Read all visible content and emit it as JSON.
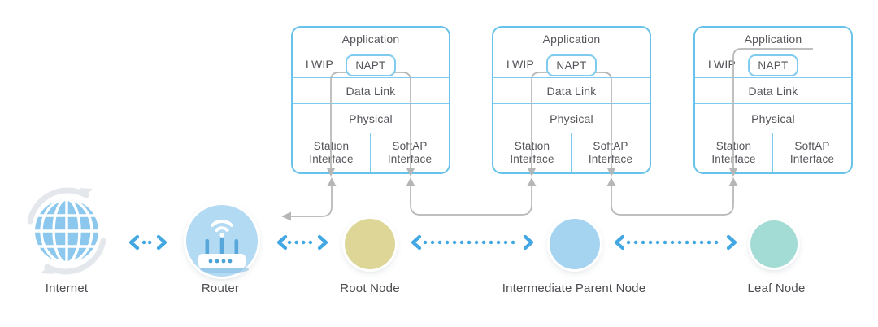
{
  "colors": {
    "box_border": "#68c3ea",
    "row_line": "#7ecbef",
    "gray_line": "#b6b6b6",
    "link_blue": "#42a7e2",
    "text": "#54555a",
    "label_text": "#4c4d51",
    "node_root": "#ddd697",
    "node_intermediate": "#a5d4f0",
    "node_leaf": "#a2dcd4",
    "router_bg": "#b3daf3",
    "router_accent": "#57a7da",
    "globe_blue": "#8cc8ee"
  },
  "stacks": [
    {
      "application": "Application",
      "lwip": "LWIP",
      "napt": "NAPT",
      "data_link": "Data Link",
      "physical": "Physical",
      "station": [
        "Station",
        "Interface"
      ],
      "softap": [
        "SoftAP",
        "Interface"
      ]
    },
    {
      "application": "Application",
      "lwip": "LWIP",
      "napt": "NAPT",
      "data_link": "Data Link",
      "physical": "Physical",
      "station": [
        "Station",
        "Interface"
      ],
      "softap": [
        "SoftAP",
        "Interface"
      ]
    },
    {
      "application": "Application",
      "lwip": "LWIP",
      "napt": "NAPT",
      "data_link": "Data Link",
      "physical": "Physical",
      "station": [
        "Station",
        "Interface"
      ],
      "softap": [
        "SoftAP",
        "Interface"
      ]
    }
  ],
  "nodes": {
    "internet": {
      "label": "Internet",
      "icon": "globe-icon"
    },
    "router": {
      "label": "Router",
      "icon": "router-icon"
    },
    "root": {
      "label": "Root Node"
    },
    "intermediate": {
      "label": "Intermediate Parent Node"
    },
    "leaf": {
      "label": "Leaf Node"
    }
  }
}
